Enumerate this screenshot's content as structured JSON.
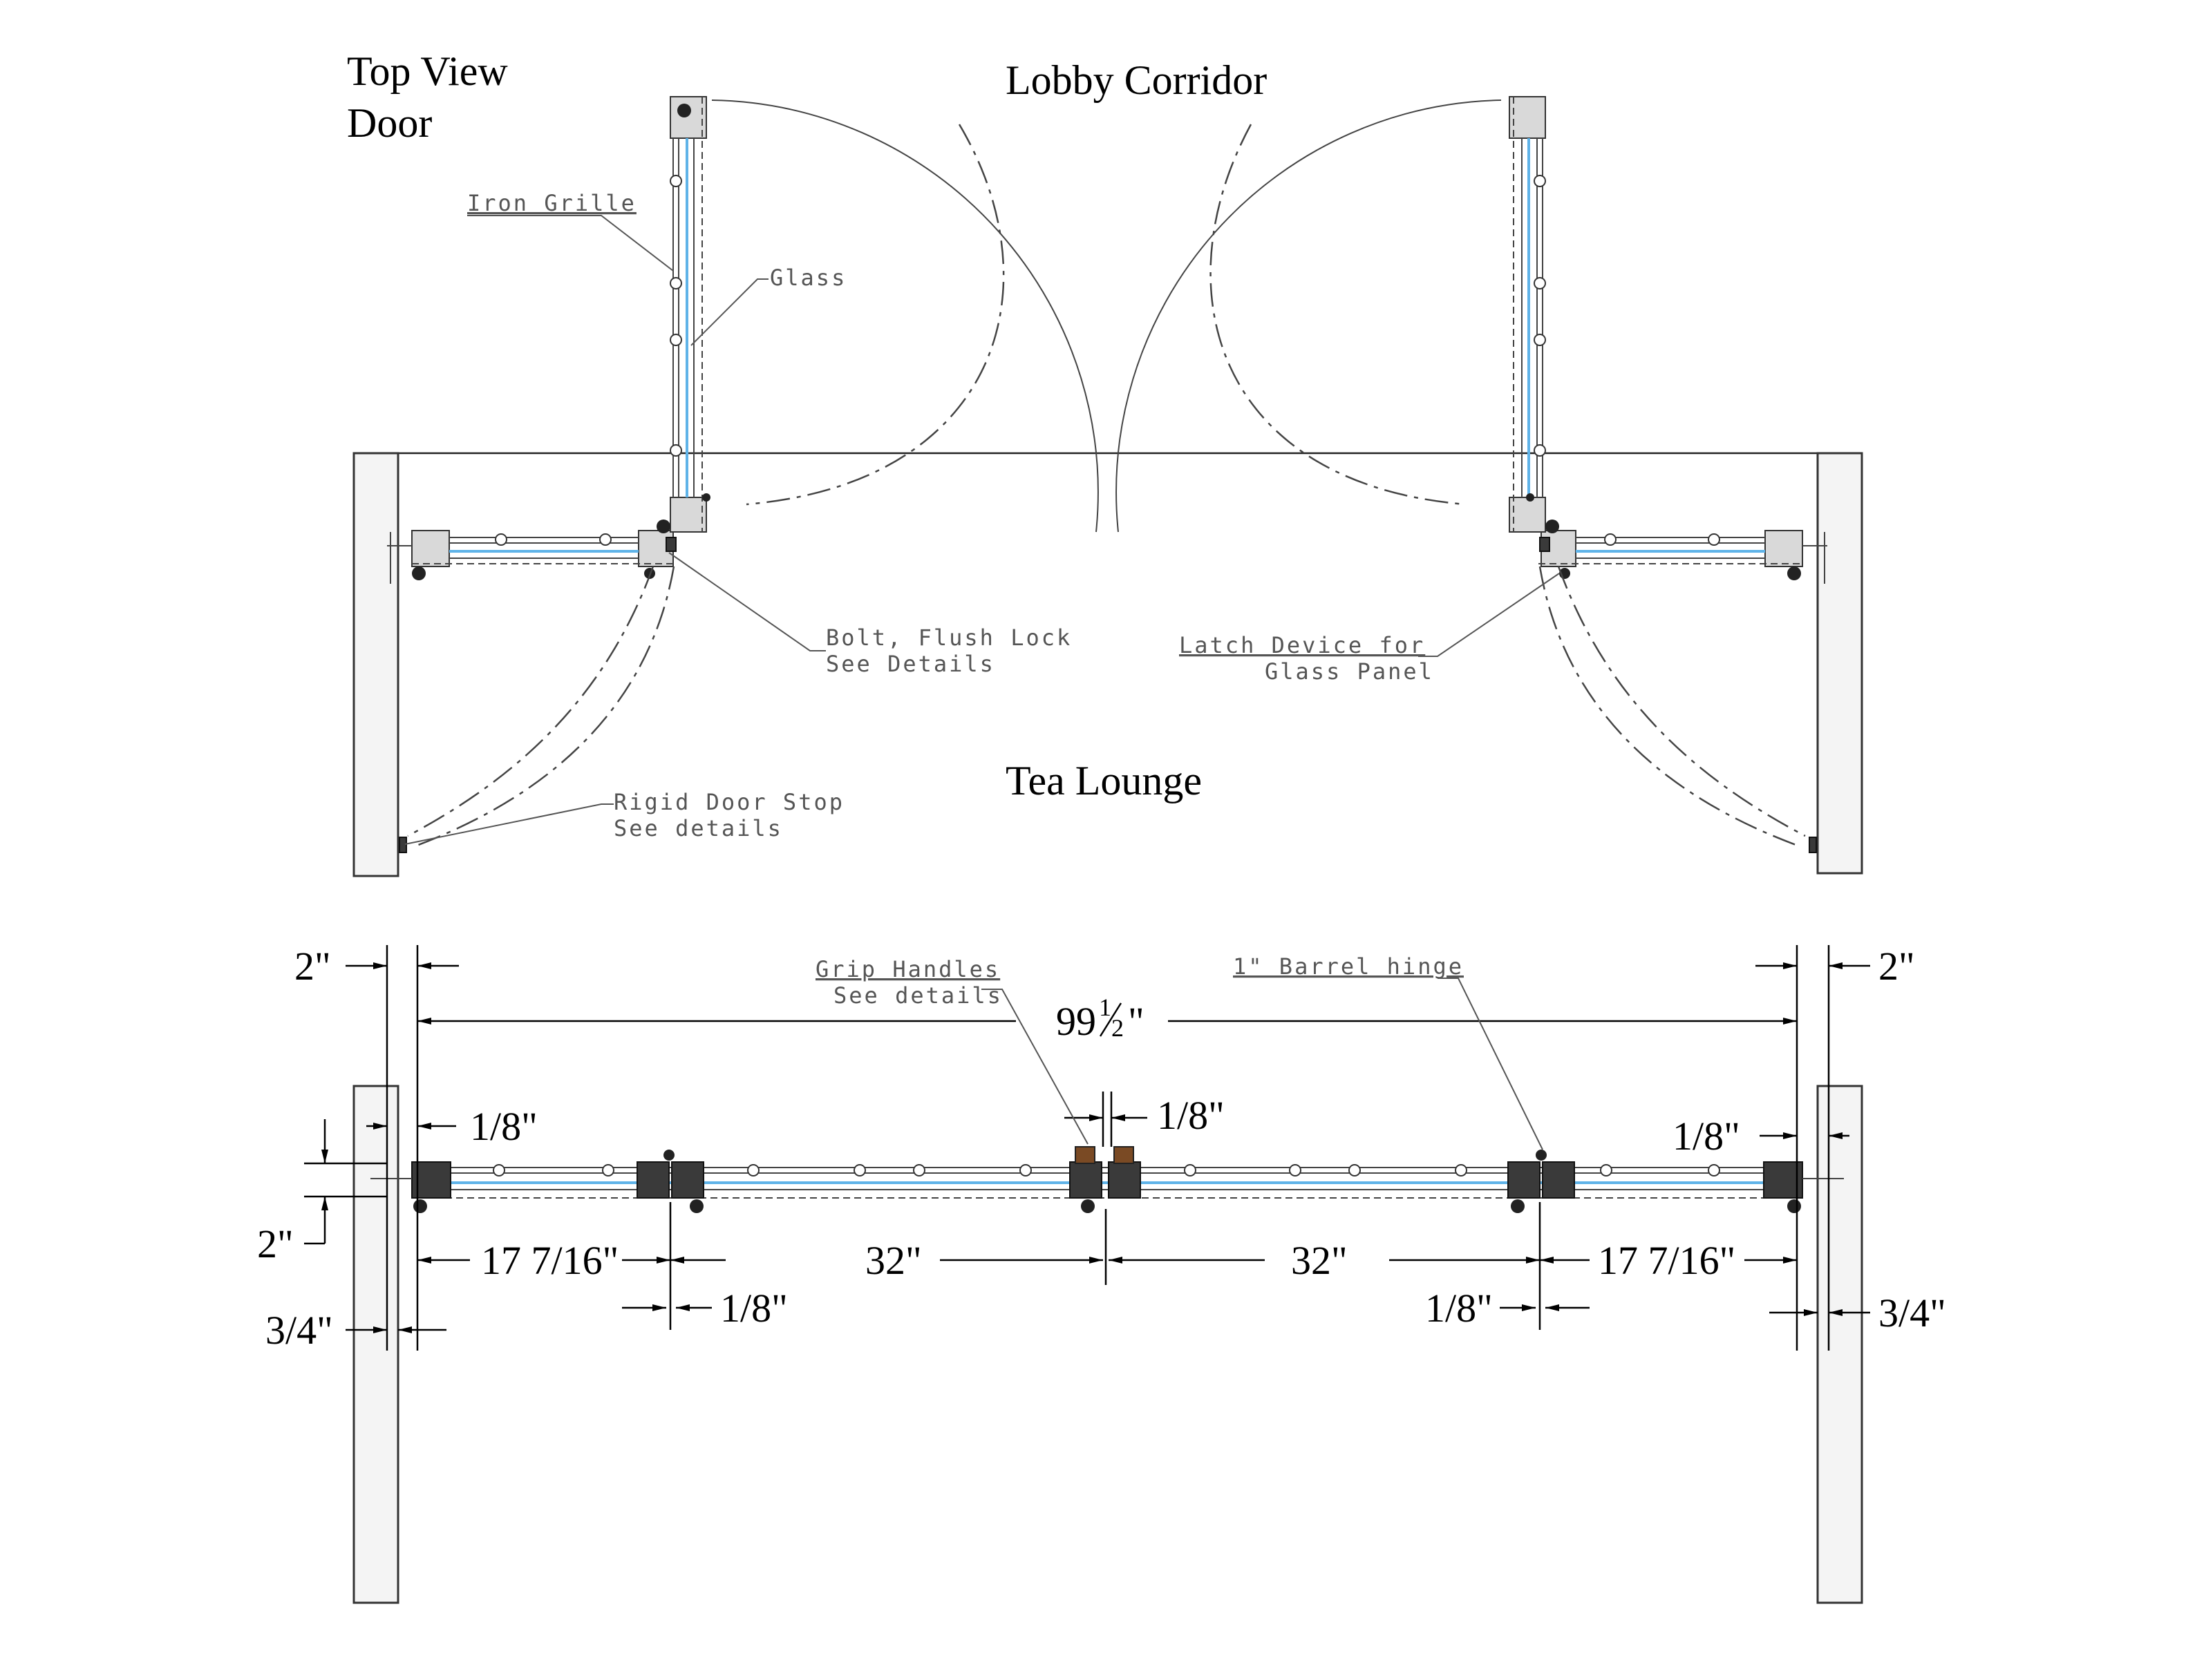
{
  "titles": {
    "view_line1": "Top View",
    "view_line2": "Door",
    "corridor": "Lobby Corridor",
    "lounge": "Tea Lounge"
  },
  "callouts": {
    "iron_grille": "Iron Grille",
    "glass": "Glass",
    "bolt_line1": "Bolt, Flush Lock",
    "bolt_line2": "See Details",
    "latch_line1": "Latch Device for",
    "latch_line2": "Glass Panel",
    "stop_line1": "Rigid Door Stop",
    "stop_line2": "See details",
    "grip_line1": "Grip Handles",
    "grip_line2": "See details",
    "barrel_hinge": "1\" Barrel hinge"
  },
  "dimensions": {
    "left_jamb": "2\"",
    "right_jamb": "2\"",
    "overall_main": "99",
    "overall_num": "1",
    "overall_den": "2",
    "overall_inch": "\"",
    "gap_left": "1/8\"",
    "gap_center": "1/8\"",
    "gap_right": "1/8\"",
    "depth": "2\"",
    "panel_left": "17 7/16\"",
    "door_left": "32\"",
    "door_right": "32\"",
    "panel_right": "17 7/16\"",
    "gap_left_lower": "1/8\"",
    "gap_right_lower": "1/8\"",
    "reveal_left": "3/4\"",
    "reveal_right": "3/4\""
  },
  "colors": {
    "glass": "#5fb3e8",
    "handle": "#7a4a24",
    "frame": "#d9d9d9"
  }
}
